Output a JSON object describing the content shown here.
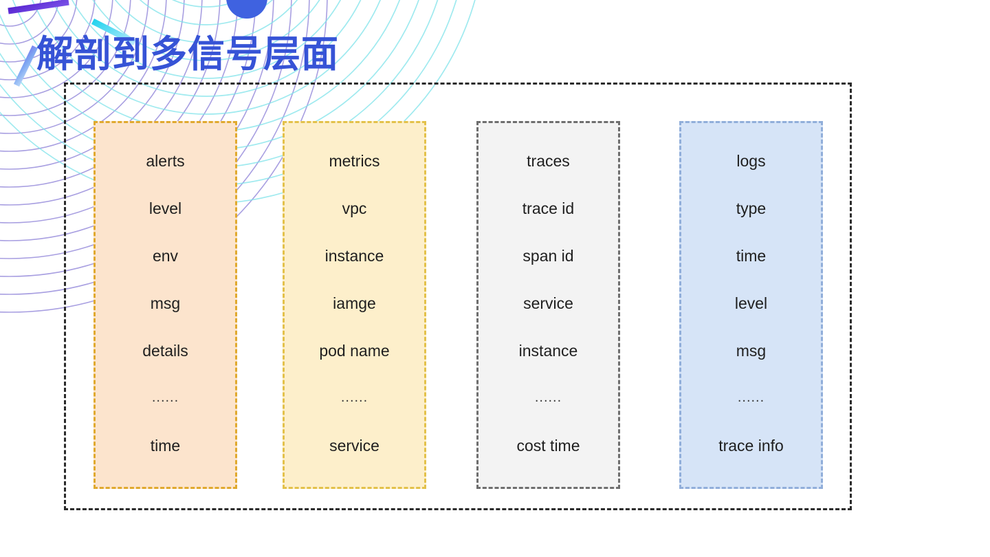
{
  "slide": {
    "title": "解剖到多信号层面",
    "title_color": "#3653D6",
    "background": "#ffffff"
  },
  "decoration": {
    "arc_ring_purple_color": "#9a8fdc",
    "arc_ring_cyan_color": "#6fe3e6",
    "circle_color": "#3f62e0",
    "stroke_dark_purple_color": "#5b20c8",
    "stroke_cyan_color": "#2fd4f0",
    "stroke_gradient_from": "#6a45e8",
    "stroke_gradient_to": "#bfe8fb"
  },
  "frame": {
    "border_color": "#2b2b2b",
    "border_style": "dashed"
  },
  "columns": [
    {
      "name": "alerts",
      "fill": "#FCE4CD",
      "border": "#E0A92E",
      "fields": [
        "alerts",
        "level",
        "env",
        "msg",
        "details",
        "......",
        "time"
      ]
    },
    {
      "name": "metrics",
      "fill": "#FDEFCB",
      "border": "#E3C14A",
      "fields": [
        "metrics",
        "vpc",
        "instance",
        "iamge",
        "pod name",
        "......",
        "service"
      ]
    },
    {
      "name": "traces",
      "fill": "#F3F3F3",
      "border": "#6E6E6E",
      "fields": [
        "traces",
        "trace id",
        "span id",
        "service",
        "instance",
        "......",
        "cost time"
      ]
    },
    {
      "name": "logs",
      "fill": "#D6E4F7",
      "border": "#91AEDA",
      "fields": [
        "logs",
        "type",
        "time",
        "level",
        "msg",
        "......",
        "trace info"
      ]
    }
  ]
}
